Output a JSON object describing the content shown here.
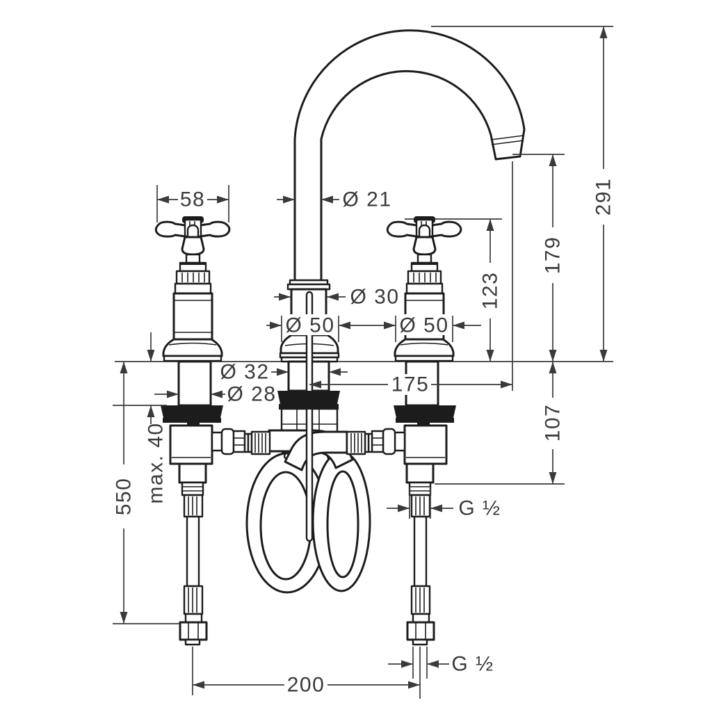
{
  "drawing": {
    "type": "technical-dimension-drawing",
    "subject": "3-hole basin mixer with cross handles, high spout and pop-up waste",
    "dims": {
      "handle_width": "58",
      "spout_pipe_diameter": "Ø 21",
      "spout_column_diameter": "Ø 30",
      "spout_base_diameter": "Ø 50",
      "handle_base_diameter": "Ø 50",
      "center_shank_diameter": "Ø 32",
      "handle_shank_diameter": "Ø 28",
      "spout_reach": "175",
      "total_height": "291",
      "spout_outlet_height": "179",
      "handle_height": "123",
      "below_deck_height": "107",
      "max_deck_thickness": "max. 40",
      "supply_hose_length": "550",
      "connection_spacing": "200",
      "side_connection_thread": "G ½",
      "bottom_connection_thread": "G ½"
    },
    "colors": {
      "line": "#1c1c1c",
      "dimension": "#3a3a3a",
      "background": "#ffffff"
    }
  }
}
